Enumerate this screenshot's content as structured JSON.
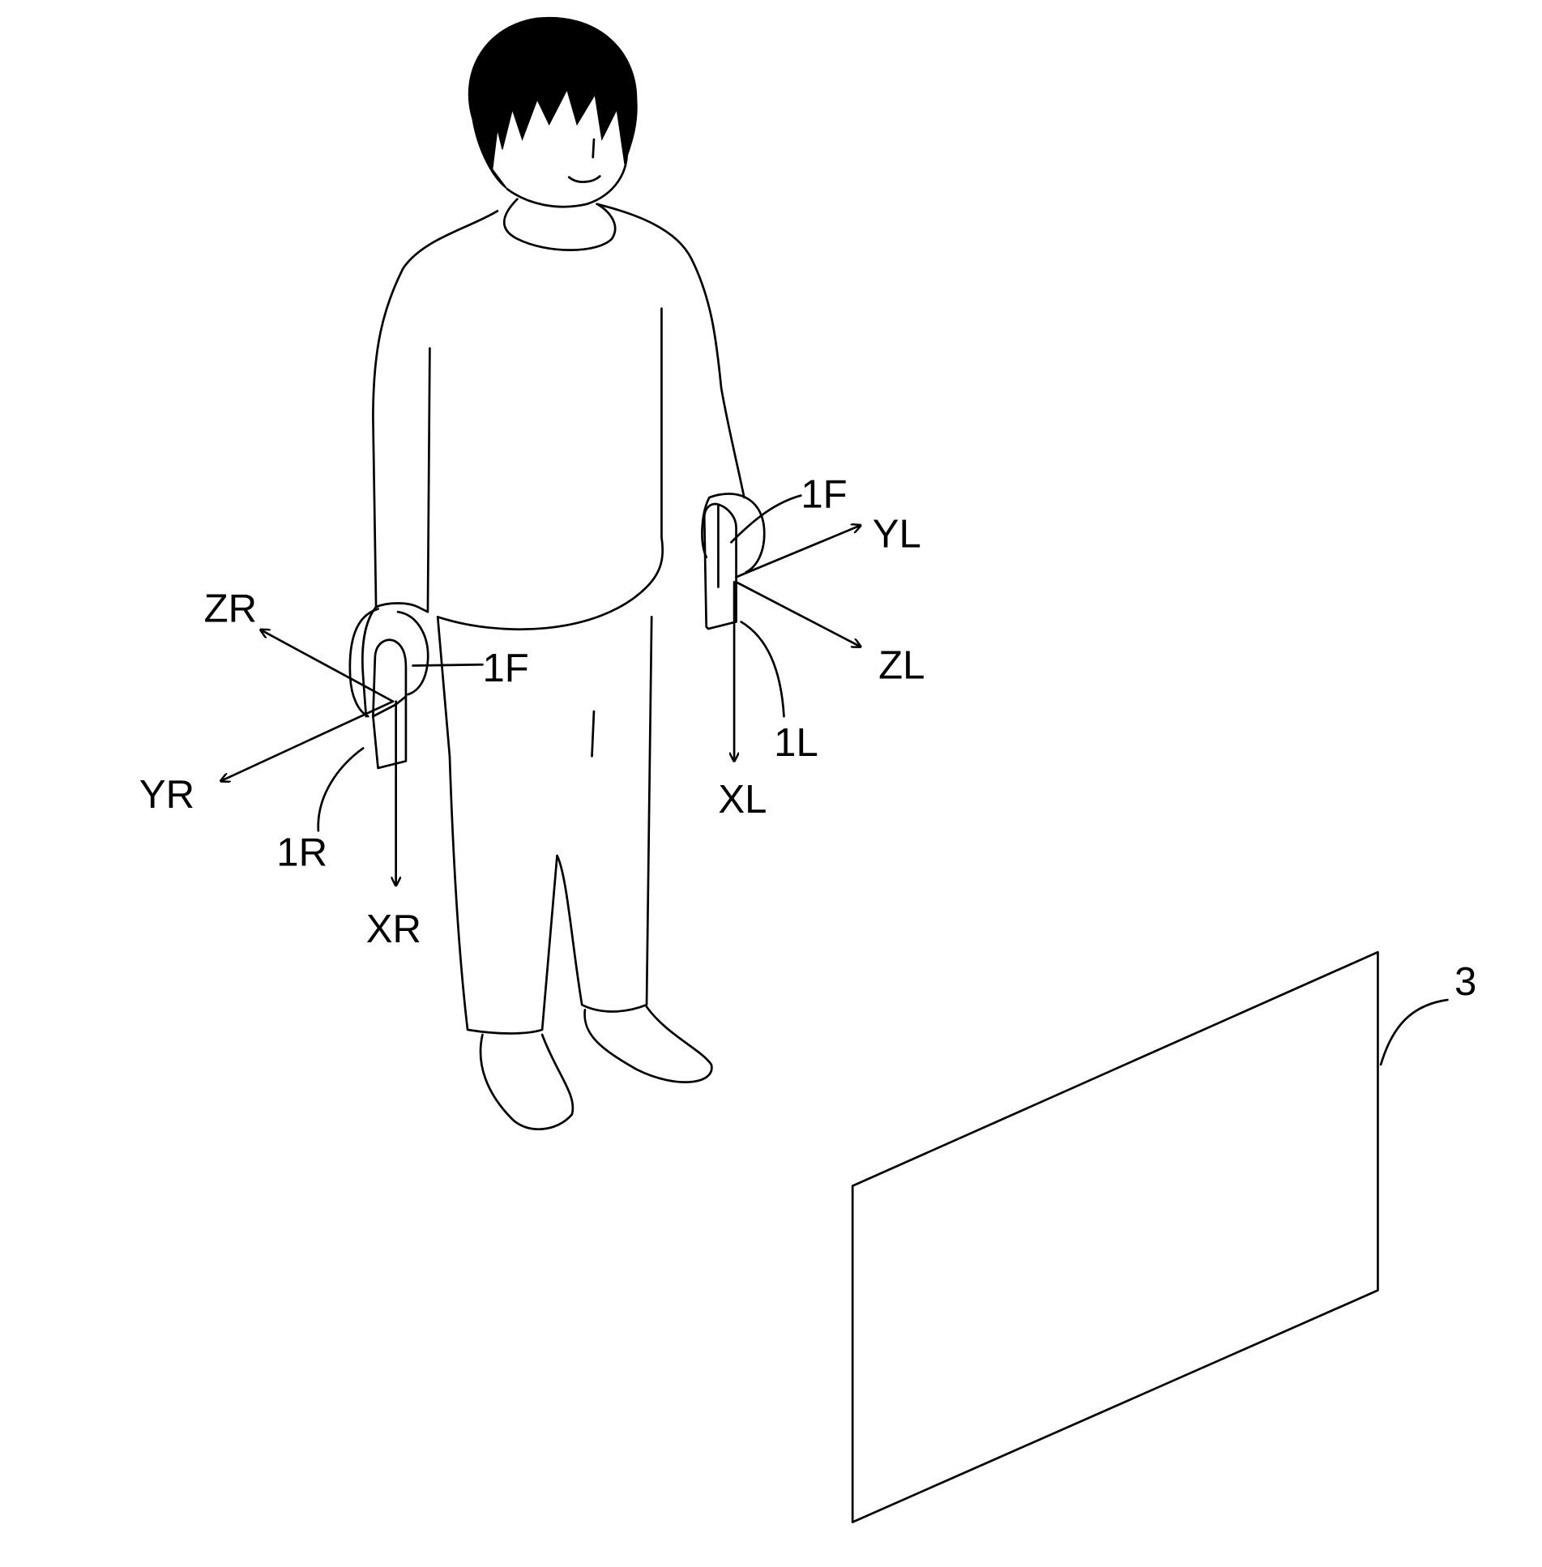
{
  "labels": {
    "zr": "ZR",
    "yr": "YR",
    "xr": "XR",
    "right_device": "1R",
    "right_face": "1F",
    "zl": "ZL",
    "yl": "YL",
    "xl": "XL",
    "left_device": "1L",
    "left_face": "1F",
    "display": "3"
  }
}
